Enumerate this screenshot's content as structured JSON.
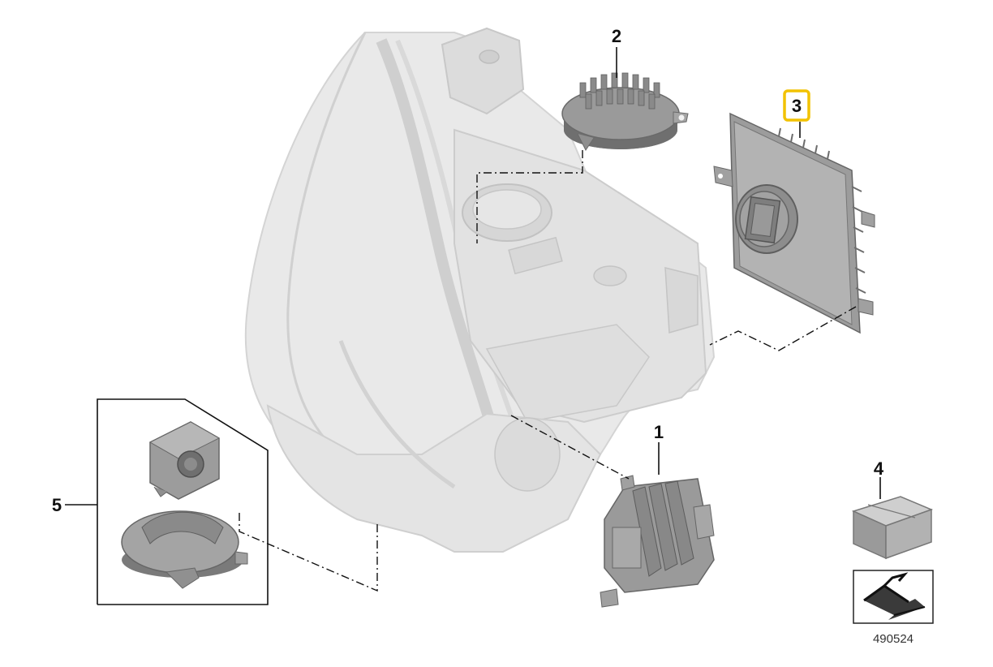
{
  "callouts": [
    {
      "id": "1",
      "label": "1"
    },
    {
      "id": "2",
      "label": "2"
    },
    {
      "id": "3",
      "label": "3"
    },
    {
      "id": "4",
      "label": "4"
    },
    {
      "id": "5",
      "label": "5"
    }
  ],
  "highlighted_callout": "3",
  "reference_number": "490524",
  "colors": {
    "highlight": "#f2c200",
    "housing": "#e6e6e6",
    "part_dark": "#8c8c8c",
    "part_mid": "#b5b5b5",
    "line": "#111111"
  },
  "icons": {
    "overview_arrow": "turn-arrow-icon",
    "small_parts_box": "box-icon"
  }
}
